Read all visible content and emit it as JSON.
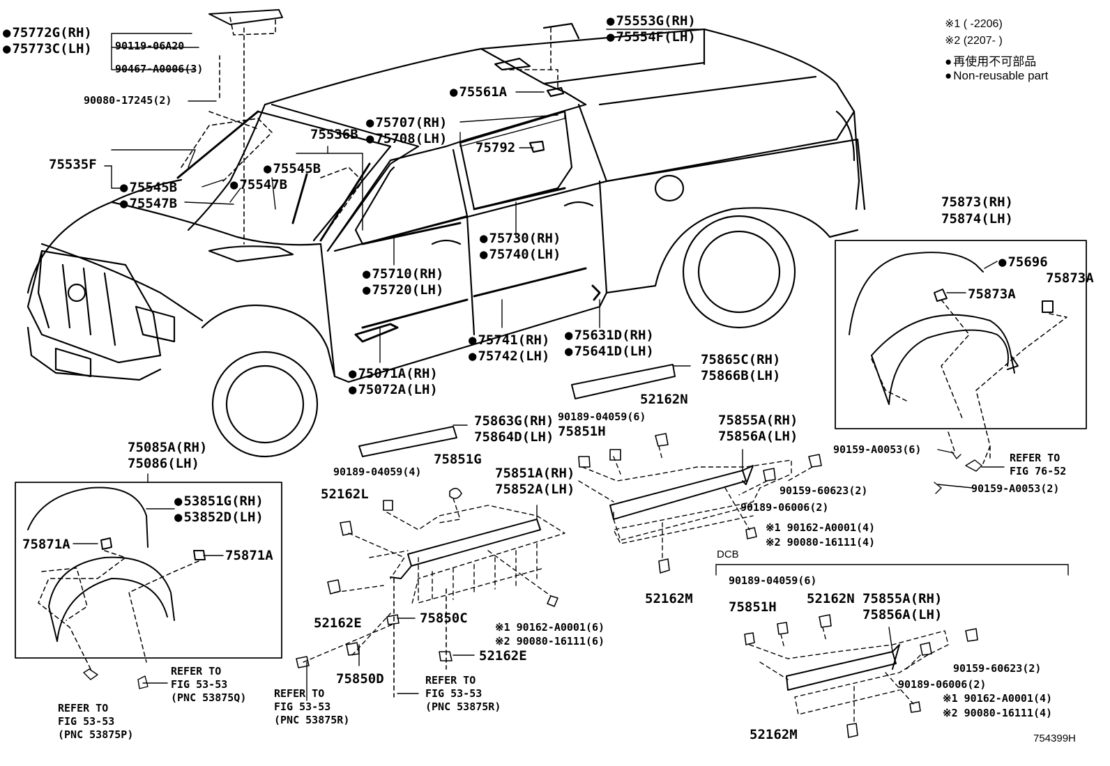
{
  "legend": {
    "note1": "※1 (      -2206)",
    "note2": "※2 (2207-      )",
    "non_reusable_ja": "再使用不可部品",
    "non_reusable_en": "Non-reusable part"
  },
  "section_dcb": "DCB",
  "figure_id": "754399H",
  "parts": {
    "p75772g": "75772G(RH)",
    "p75773c": "75773C(LH)",
    "p9011906": "90119-06A20",
    "p90467": "90467-A0006(3)",
    "p9008017245": "90080-17245(2)",
    "p75553g": "75553G(RH)",
    "p75554f": "75554F(LH)",
    "p75561a": "75561A",
    "p75707": "75707(RH)",
    "p75708": "75708(LH)",
    "p75792": "75792",
    "p75536b": "75536B",
    "p75535f": "75535F",
    "p75545b_a": "75545B",
    "p75545b_b": "75545B",
    "p75547b_a": "75547B",
    "p75547b_b": "75547B",
    "p75730": "75730(RH)",
    "p75740": "75740(LH)",
    "p75710": "75710(RH)",
    "p75720": "75720(LH)",
    "p75741": "75741(RH)",
    "p75742": "75742(LH)",
    "p75631d": "75631D(RH)",
    "p75641d": "75641D(LH)",
    "p75071a": "75071A(RH)",
    "p75072a": "75072A(LH)",
    "p75873": "75873(RH)",
    "p75874": "75874(LH)",
    "p75696": "75696",
    "p75873a_1": "75873A",
    "p75873a_2": "75873A",
    "p90159a0053_6": "90159-A0053(6)",
    "p90159a0053_2": "90159-A0053(2)",
    "refer_7652_a": "REFER TO",
    "refer_7652_b": "FIG 76-52",
    "p75865c": "75865C(RH)",
    "p75866b": "75866B(LH)",
    "p90189_04059_6": "90189-04059(6)",
    "p52162n_1": "52162N",
    "p75851h_1": "75851H",
    "p75855a_1": "75855A(RH)",
    "p75856a_1": "75856A(LH)",
    "p9015960623_1": "90159-60623(2)",
    "p9018906006_1": "90189-06006(2)",
    "p90162_1": "※1 90162-A0001(4)",
    "p90080_1": "※2 90080-16111(4)",
    "p52162m_1": "52162M",
    "p75863g": "75863G(RH)",
    "p75864d": "75864D(LH)",
    "p90189_04059_4": "90189-04059(4)",
    "p75851g": "75851G",
    "p52162l": "52162L",
    "p75851a": "75851A(RH)",
    "p75852a": "75852A(LH)",
    "p52162e_1": "52162E",
    "p75850c": "75850C",
    "p52162e_2": "52162E",
    "p90162_6": "※1 90162-A0001(6)",
    "p90080_6": "※2 90080-16111(6)",
    "p75850d": "75850D",
    "refer_r_a": "REFER TO",
    "refer_r_b": "FIG 53-53",
    "refer_r_c": "(PNC 53875R)",
    "refer_r2_a": "REFER TO",
    "refer_r2_b": "FIG 53-53",
    "refer_r2_c": "(PNC 53875R)",
    "p75085a": "75085A(RH)",
    "p75086": "75086(LH)",
    "p53851g": "53851G(RH)",
    "p53852d": "53852D(LH)",
    "p75871a_1": "75871A",
    "p75871a_2": "75871A",
    "refer_q_a": "REFER TO",
    "refer_q_b": "FIG 53-53",
    "refer_q_c": "(PNC 53875Q)",
    "refer_p_a": "REFER TO",
    "refer_p_b": "FIG 53-53",
    "refer_p_c": "(PNC 53875P)",
    "p90189_04059_6b": "90189-04059(6)",
    "p75851h_2": "75851H",
    "p52162n_2": "52162N",
    "p75855a_2": "75855A(RH)",
    "p75856a_2": "75856A(LH)",
    "p9015960623_2": "90159-60623(2)",
    "p9018906006_2": "90189-06006(2)",
    "p90162_2": "※1 90162-A0001(4)",
    "p90080_2": "※2 90080-16111(4)",
    "p52162m_2": "52162M"
  }
}
